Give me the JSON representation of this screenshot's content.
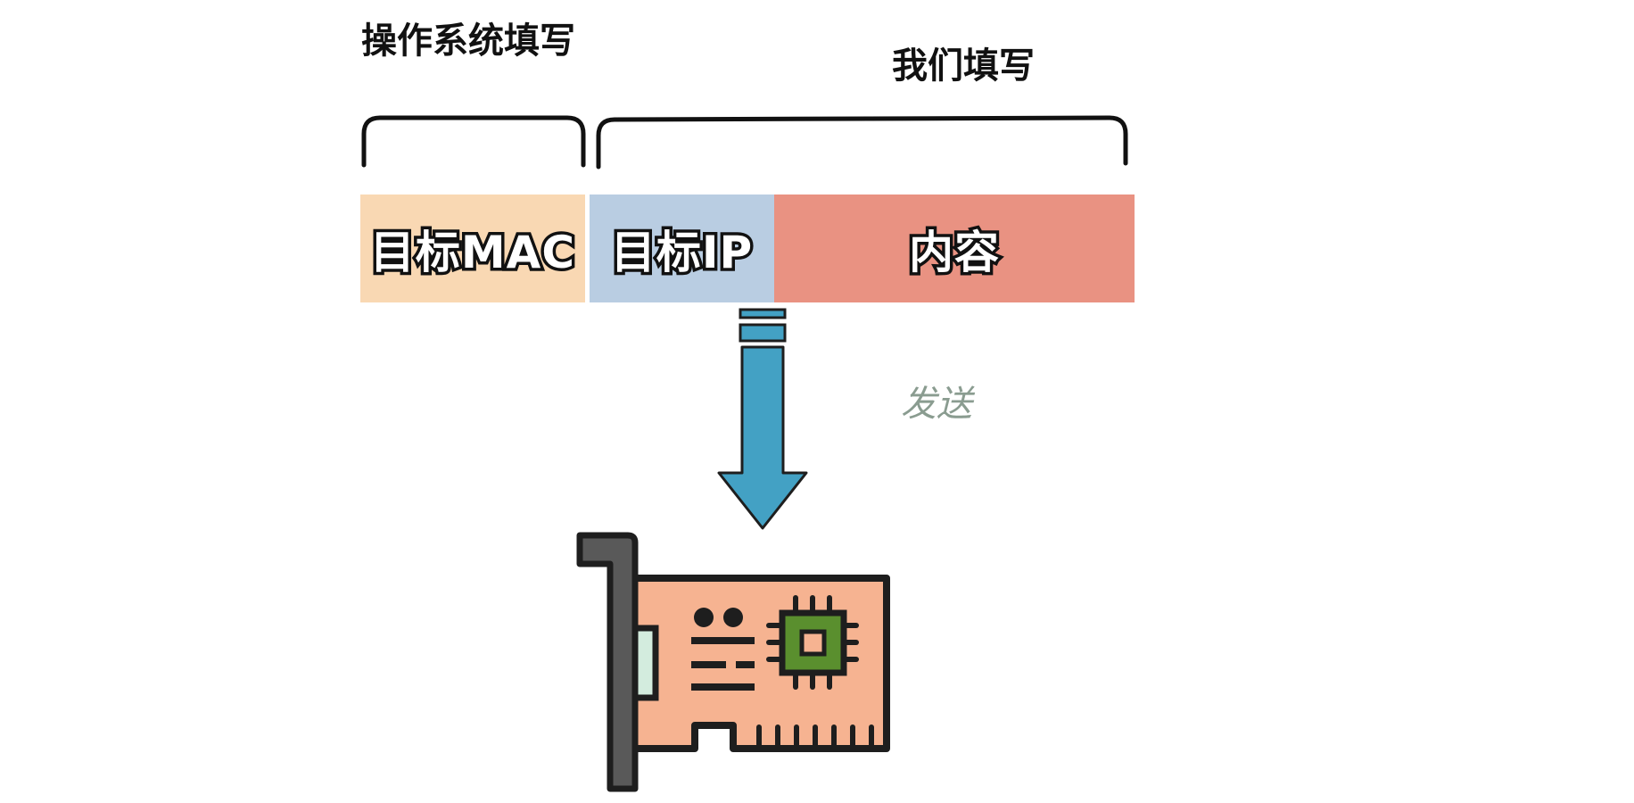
{
  "labels": {
    "os_fill": "操作系统填写",
    "we_fill": "我们填写",
    "send": "发送"
  },
  "packet": {
    "fields": [
      {
        "label": "目标MAC",
        "color": "#f9d8b3"
      },
      {
        "label": "目标IP",
        "color": "#b9cde2"
      },
      {
        "label": "内容",
        "color": "#e99282"
      }
    ]
  },
  "colors": {
    "arrow": "#43a1c4",
    "card_board": "#f6b391",
    "chip": "#5a8f2e",
    "bracket": "#595959",
    "outline": "#1e1e1e"
  },
  "icons": {
    "arrow": "down-arrow-icon",
    "nic": "network-card-icon"
  }
}
